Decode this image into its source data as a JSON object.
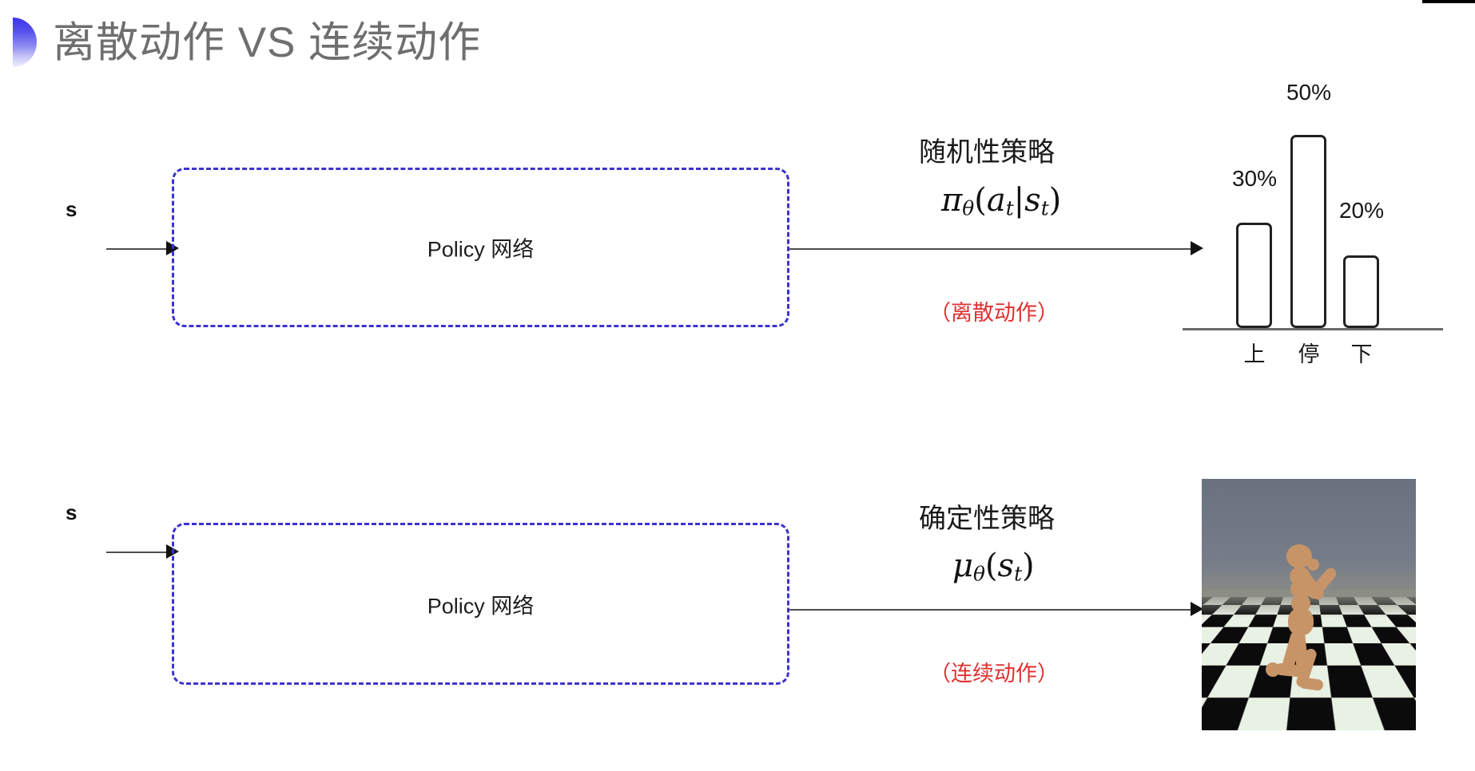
{
  "slide": {
    "title": "离散动作 VS 连续动作",
    "background_color": "#ffffff",
    "title_color": "#6f6f6f",
    "accent_color": "#3a35e8",
    "dashed_box_color": "#3b33cf",
    "note_color": "#e03131"
  },
  "rows": [
    {
      "state_label": "s",
      "box_label": "Policy 网络",
      "policy_name": "随机性策略",
      "formula": {
        "symbol": "π",
        "theta": "θ",
        "open": "(",
        "arg1": "a",
        "arg1_sub": "t",
        "bar": "|",
        "arg2": "s",
        "arg2_sub": "t",
        "close": ")",
        "plain": "πθ(at|st)"
      },
      "action_note": "（离散动作）"
    },
    {
      "state_label": "s",
      "box_label": "Policy 网络",
      "policy_name": "确定性策略",
      "formula": {
        "symbol": "μ",
        "theta": "θ",
        "open": "(",
        "arg1": "s",
        "arg1_sub": "t",
        "close": ")",
        "plain": "μθ(st)"
      },
      "action_note": "（连续动作）"
    }
  ],
  "chart_data": {
    "type": "bar",
    "title": "",
    "xlabel": "",
    "ylabel": "",
    "categories": [
      "上",
      "停",
      "下"
    ],
    "values": [
      30,
      50,
      20
    ],
    "value_labels": [
      "30%",
      "50%",
      "20%"
    ],
    "ylim": [
      0,
      60
    ],
    "grid": false,
    "legend": "none",
    "bar_fill": "#ffffff",
    "bar_stroke": "#212121",
    "axis_color": "#6a6a6a"
  },
  "sim_image": {
    "caption": "",
    "description": "humanoid-simulation",
    "sky_color": "#6d7682",
    "floor_light": "#e9f0e4",
    "floor_dark": "#0b0b0b",
    "body_color": "#c79468"
  }
}
